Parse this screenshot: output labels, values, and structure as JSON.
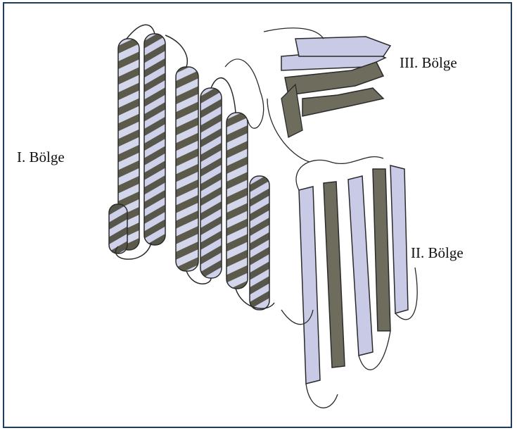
{
  "labels": {
    "region_1": "I. Bölge",
    "region_2": "II. Bölge",
    "region_3": "III. Bölge"
  },
  "colors": {
    "border": "#1f3d5c",
    "helix_light": "#d4d6ec",
    "helix_dark": "#5c5a4a",
    "strand_light": "#c9cbe6",
    "strand_dark": "#6e6c5c",
    "line": "#2a2a2a"
  }
}
